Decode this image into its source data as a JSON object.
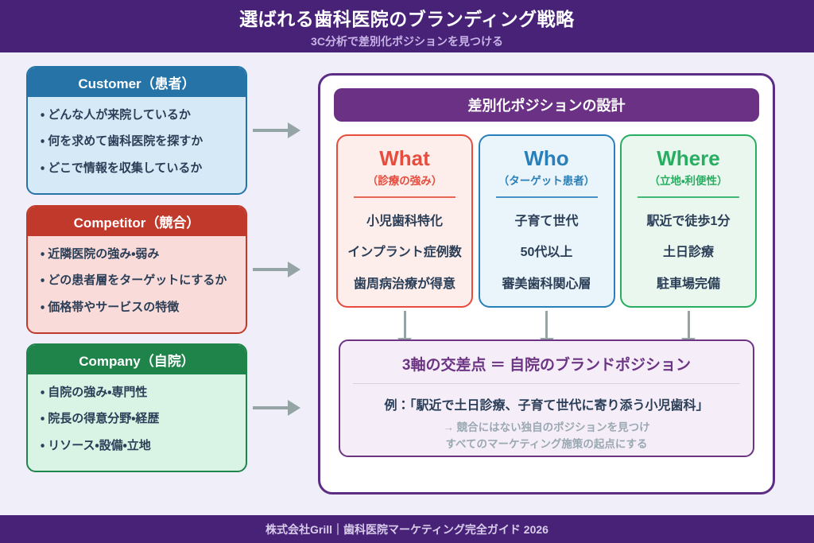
{
  "header": {
    "title": "選ばれる歯科医院のブランディング戦略",
    "subtitle": "3C分析で差別化ポジションを見つける"
  },
  "left_boxes": [
    {
      "id": "customer",
      "title": "Customer（患者）",
      "items": [
        "・ どんな人が来院しているか",
        "・ 何を求めて歯科医院を探すか",
        "・ どこで情報を収集しているか"
      ]
    },
    {
      "id": "competitor",
      "title": "Competitor（競合）",
      "items": [
        "・ 近隣医院の強み・弱み",
        "・ どの患者層をターゲットにするか",
        "・ 価格帯やサービスの特徴"
      ]
    },
    {
      "id": "company",
      "title": "Company（自院）",
      "items": [
        "・ 自院の強み・専門性",
        "・ 院長の得意分野・経歴",
        "・ リソース・設備・立地"
      ]
    }
  ],
  "panel": {
    "banner": "差別化ポジションの設計",
    "cards": [
      {
        "title": "What",
        "subtitle": "（診療の強み）",
        "items": [
          "小児歯科特化",
          "インプラント症例数",
          "歯周病治療が得意"
        ]
      },
      {
        "title": "Who",
        "subtitle": "（ターゲット患者）",
        "items": [
          "子育て世代",
          "50代以上",
          "審美歯科関心層"
        ]
      },
      {
        "title": "Where",
        "subtitle": "（立地・利便性）",
        "items": [
          "駅近で徒歩1分",
          "土日診療",
          "駐車場完備"
        ]
      }
    ],
    "result": {
      "title": "3軸の交差点 ＝ 自院のブランドポジション",
      "example": "例：「駅近で土日診療、子育て世代に寄り添う小児歯科」",
      "note_line1": "→ 競合にはない独自のポジションを見つけ",
      "note_line2": "すべてのマーケティング施策の起点にする"
    }
  },
  "footer": {
    "text": "株式会社Grill｜歯科医院マーケティング完全ガイド 2026"
  },
  "colors": {
    "header_bg": "#472277",
    "header_subtitle": "#c8b4e6",
    "canvas_bg": "#f0eef8",
    "customer_blue": "#2573a7",
    "customer_bg": "#d6e9f7",
    "competitor_red": "#c0392b",
    "competitor_bg": "#f9dcd9",
    "company_green": "#1e8449",
    "company_bg": "#d9f4e5",
    "panel_border": "#5b2d83",
    "banner_purple": "#6b3184",
    "what_red": "#e74c3c",
    "who_blue": "#2980b9",
    "where_green": "#27ae60",
    "result_purple": "#6c3483",
    "result_bg": "#f5eef9",
    "note_gray": "#9aa8b2",
    "arrow_gray": "#95a5a6",
    "dark_text": "#2b3e57"
  }
}
